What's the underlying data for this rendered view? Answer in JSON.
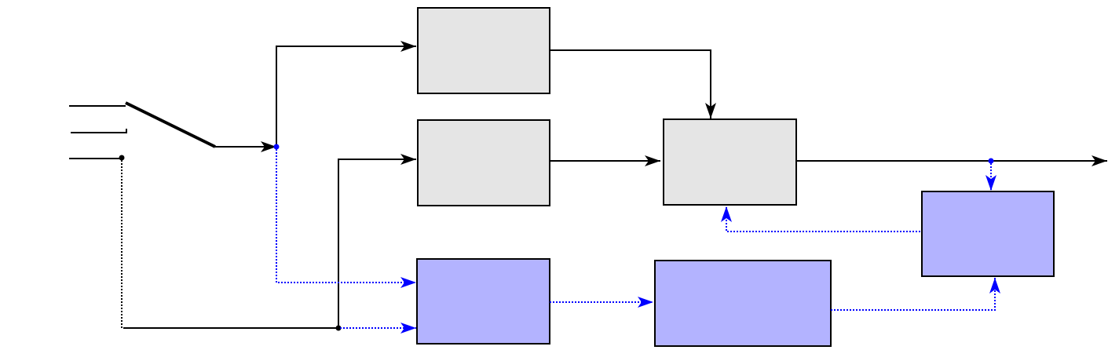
{
  "diagram": {
    "colors": {
      "gray_block_fill": "#e5e5e5",
      "blue_block_fill": "#b3b3ff",
      "signal_line": "#000000",
      "feedback_line": "#0000ff"
    },
    "blocks": [
      {
        "id": "block-top",
        "kind": "gray"
      },
      {
        "id": "block-middle",
        "kind": "gray"
      },
      {
        "id": "block-combiner",
        "kind": "gray"
      },
      {
        "id": "block-lower-left",
        "kind": "blue"
      },
      {
        "id": "block-lower-middle",
        "kind": "blue"
      },
      {
        "id": "block-right",
        "kind": "blue"
      }
    ]
  }
}
